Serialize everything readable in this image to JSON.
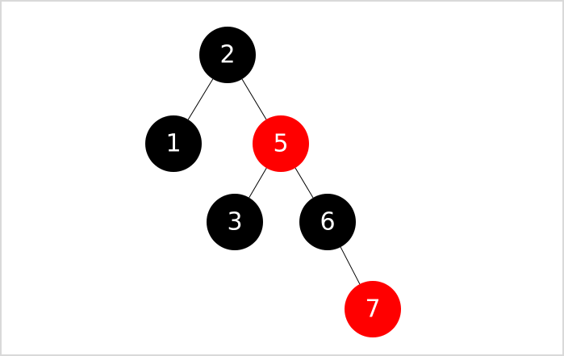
{
  "diagram": {
    "nodes": [
      {
        "id": "n2",
        "label": "2",
        "color": "black"
      },
      {
        "id": "n1",
        "label": "1",
        "color": "black"
      },
      {
        "id": "n5",
        "label": "5",
        "color": "red"
      },
      {
        "id": "n3",
        "label": "3",
        "color": "black"
      },
      {
        "id": "n6",
        "label": "6",
        "color": "black"
      },
      {
        "id": "n7",
        "label": "7",
        "color": "red"
      }
    ],
    "edges": [
      {
        "from": "n2",
        "to": "n1"
      },
      {
        "from": "n2",
        "to": "n5"
      },
      {
        "from": "n5",
        "to": "n3"
      },
      {
        "from": "n5",
        "to": "n6"
      },
      {
        "from": "n6",
        "to": "n7"
      }
    ],
    "colors": {
      "black": "#000000",
      "red": "#ff0000",
      "text": "#ffffff",
      "edge": "#000000",
      "border": "#d9d9d9"
    }
  }
}
